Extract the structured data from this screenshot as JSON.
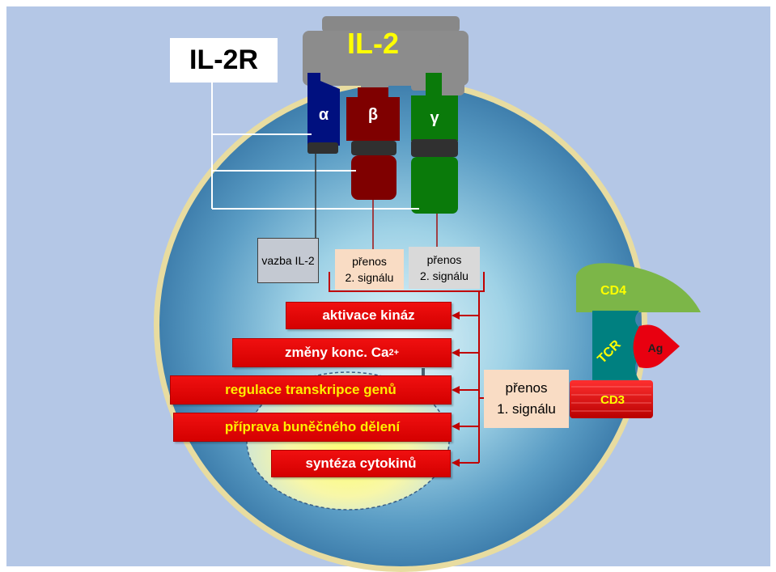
{
  "receptor": {
    "title": "IL-2R",
    "alpha": "α",
    "beta": "β",
    "gamma": "γ"
  },
  "ligand": "IL-2",
  "notes": {
    "binding": "vazba IL-2",
    "signal2_beta_line1": "přenos",
    "signal2_beta_line2": "2. signálu",
    "signal2_gamma_line1": "přenos",
    "signal2_gamma_line2": "2. signálu",
    "signal1_line1": "přenos",
    "signal1_line2": "1. signálu"
  },
  "effects": [
    {
      "text": "aktivace kináz",
      "sup": ""
    },
    {
      "text": "změny konc. Ca",
      "sup": "2+"
    },
    {
      "text": "regulace transkripce genů",
      "sup": ""
    },
    {
      "text": "příprava buněčného dělení",
      "sup": ""
    },
    {
      "text": "syntéza cytokinů",
      "sup": ""
    }
  ],
  "tcr_complex": {
    "cd4": "CD4",
    "tcr": "TCR",
    "ag": "Ag",
    "cd3": "CD3"
  },
  "colors": {
    "background": "#b4c7e6",
    "alpha_chain": "#00107f",
    "beta_chain": "#7f0000",
    "gamma_chain": "#0a7a0a",
    "il2": "#8c8c8c",
    "effect_box": "#e80000",
    "cd4": "#7cb648",
    "tcr": "#008080"
  }
}
